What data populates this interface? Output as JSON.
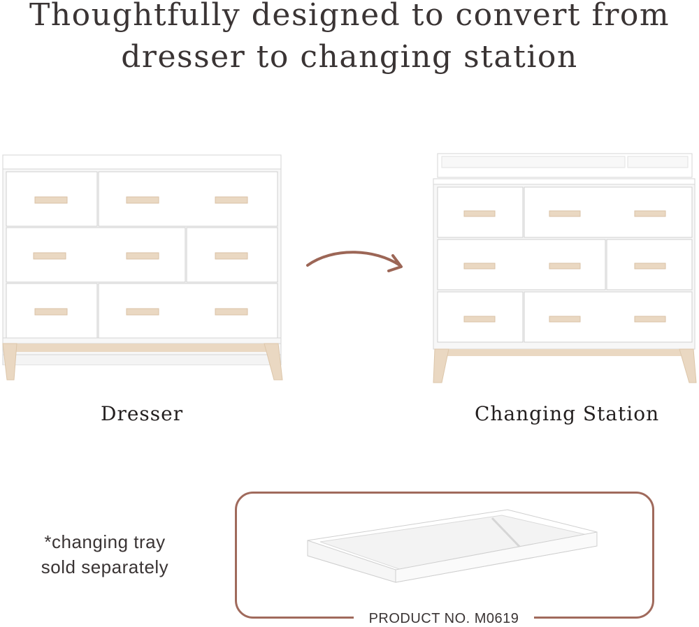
{
  "headline": {
    "line1": "Thoughtfully designed to convert from",
    "line2": "dresser to changing station"
  },
  "captions": {
    "dresser": "Dresser",
    "changing_station": "Changing Station"
  },
  "note": {
    "line1": "*changing tray",
    "line2": "sold separately"
  },
  "product": {
    "label": "PRODUCT NO. M0619"
  },
  "colors": {
    "text": "#3a3434",
    "accent_arrow": "#9c6656",
    "frame": "#a06a5c",
    "wood": "#e8d4bc",
    "white_finish": "#ffffff",
    "line": "#d7d7d7"
  },
  "illustrations": [
    "dresser",
    "arrow-icon",
    "changing-station",
    "changing-tray"
  ]
}
